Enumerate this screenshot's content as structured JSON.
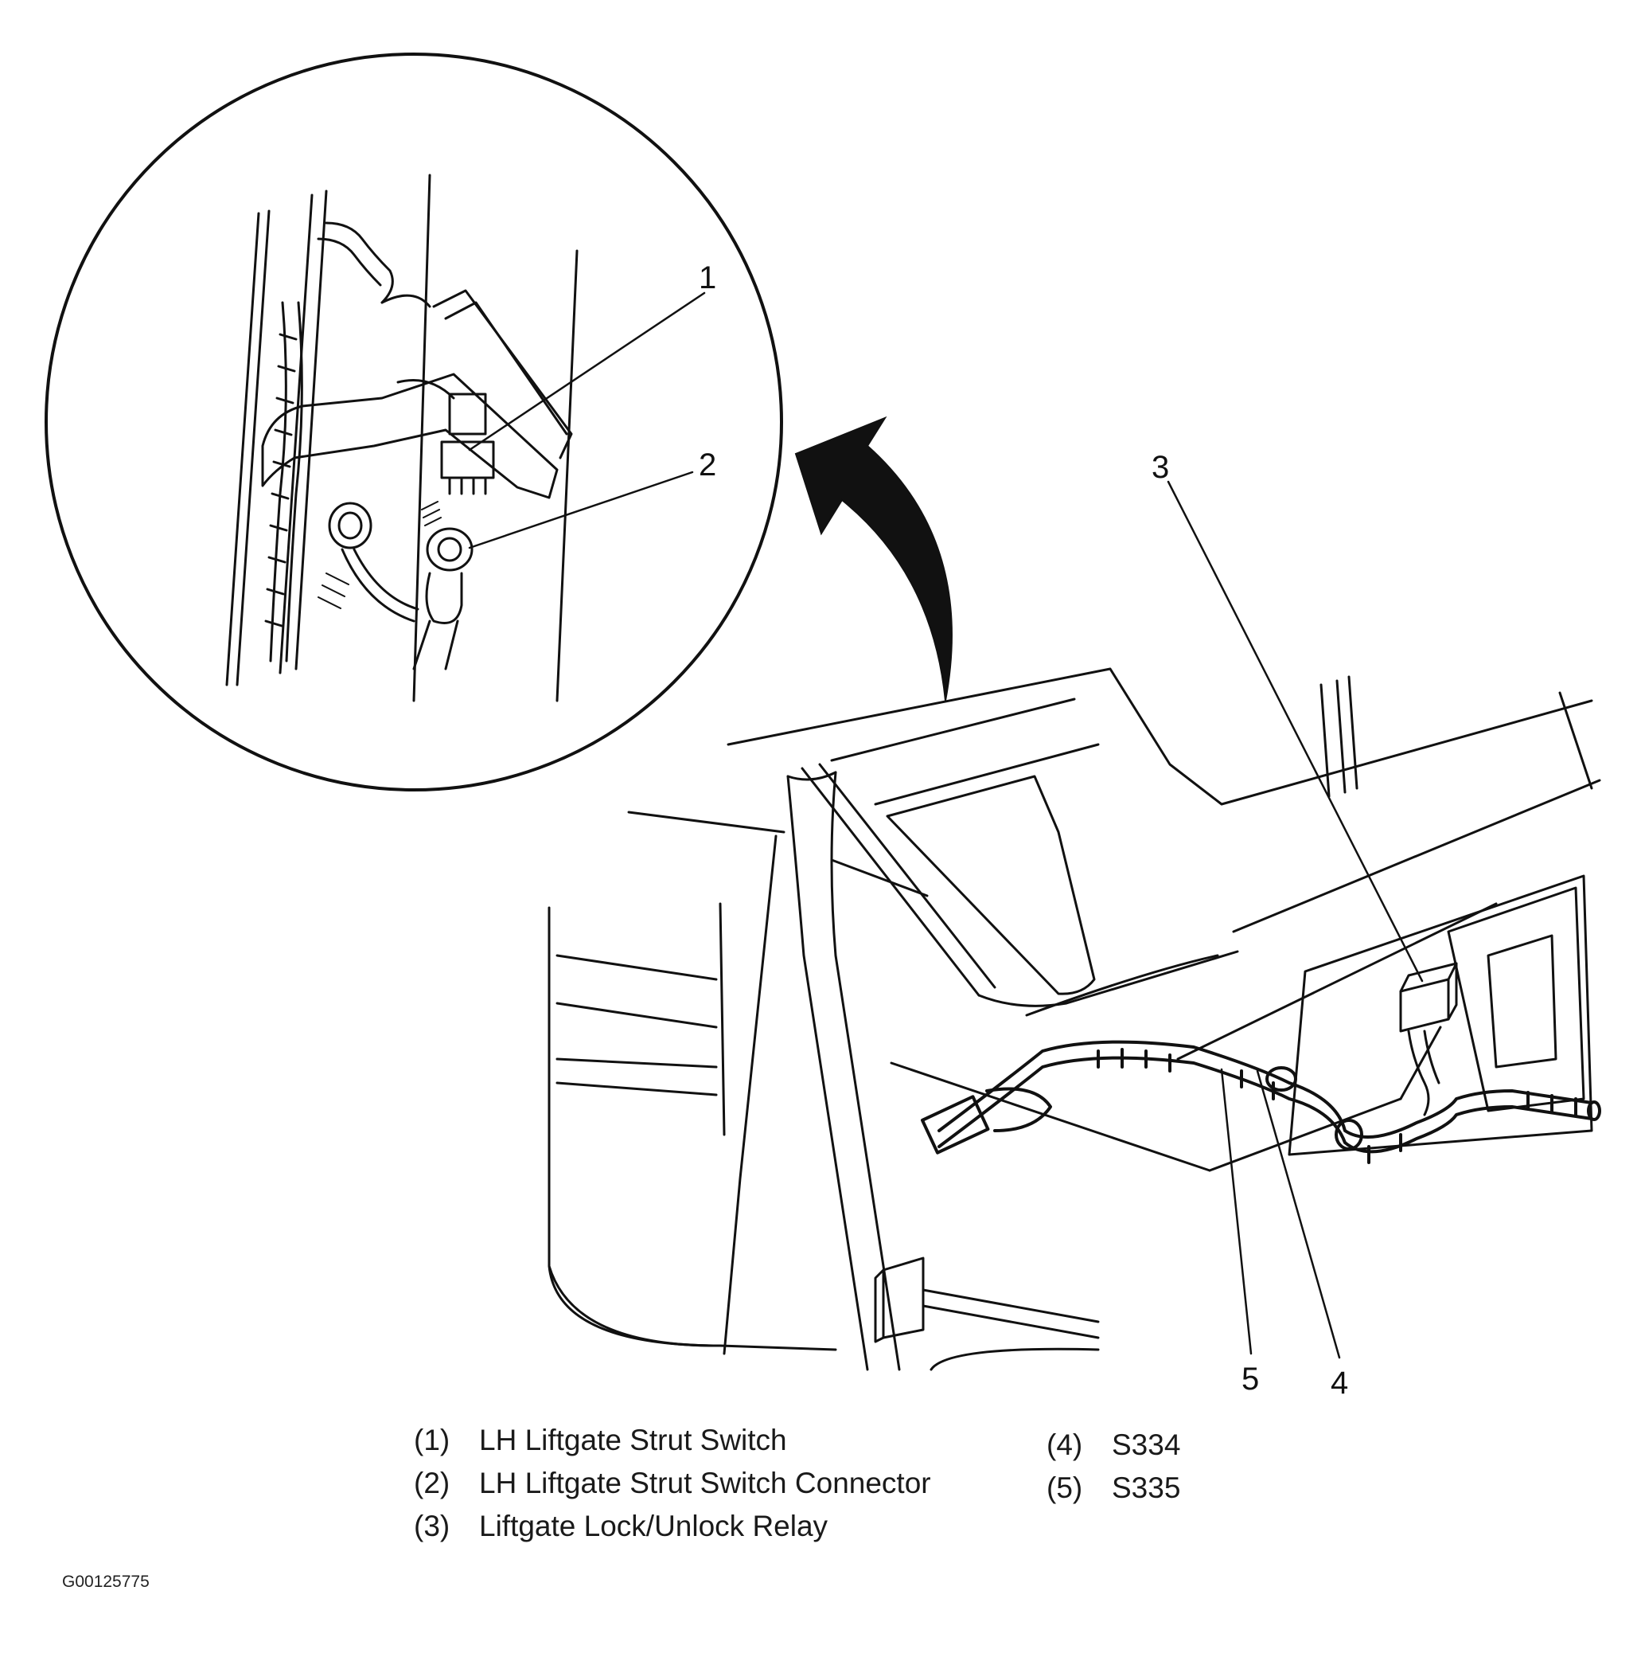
{
  "callouts": [
    {
      "id": "1",
      "label": "1"
    },
    {
      "id": "2",
      "label": "2"
    },
    {
      "id": "3",
      "label": "3"
    },
    {
      "id": "4",
      "label": "4"
    },
    {
      "id": "5",
      "label": "5"
    }
  ],
  "legend": [
    {
      "num": "(1)",
      "text": "LH Liftgate Strut Switch"
    },
    {
      "num": "(2)",
      "text": "LH Liftgate Strut Switch Connector"
    },
    {
      "num": "(3)",
      "text": "Liftgate Lock/Unlock Relay"
    },
    {
      "num": "(4)",
      "text": "S334"
    },
    {
      "num": "(5)",
      "text": "S335"
    }
  ],
  "figure_id": "G00125775",
  "colors": {
    "ink": "#111111",
    "background": "#ffffff"
  }
}
